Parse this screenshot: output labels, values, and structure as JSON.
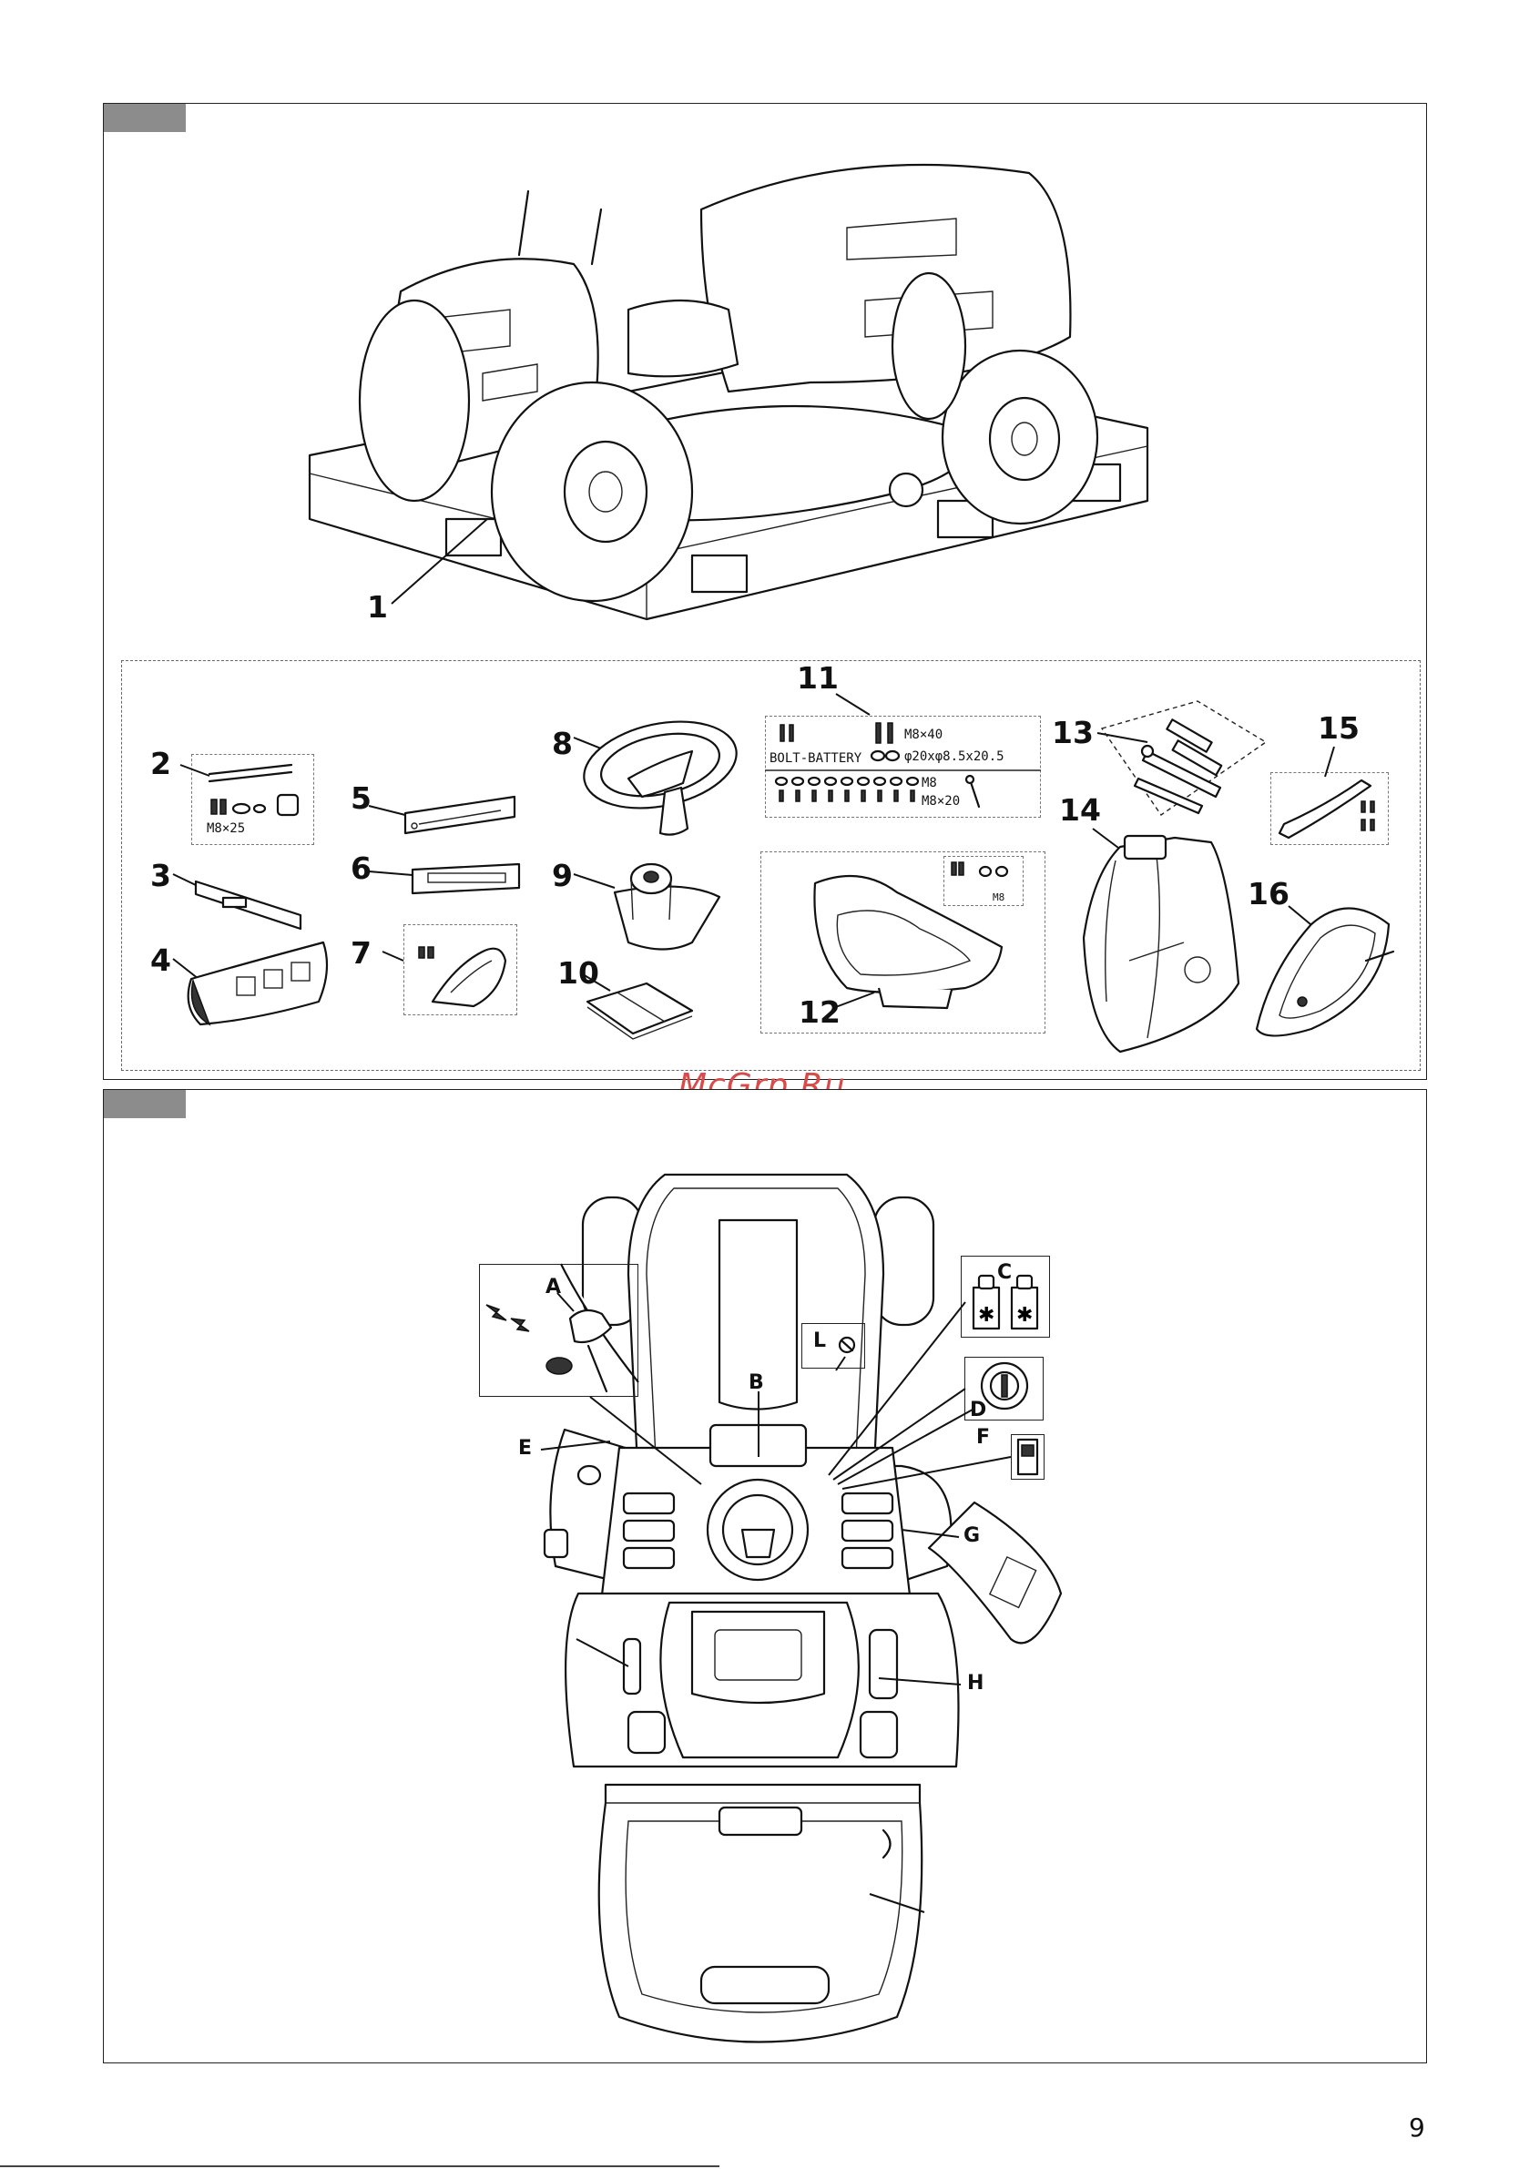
{
  "watermark": "McGrp.Ru",
  "page_number": "9",
  "contents_figure": {
    "item_numbers": [
      "1",
      "2",
      "3",
      "4",
      "5",
      "6",
      "7",
      "8",
      "9",
      "10",
      "11",
      "12",
      "13",
      "14",
      "15",
      "16"
    ],
    "item2_label": "M8×25",
    "item11_labels": {
      "bolt_size": "M8×40",
      "bolt_battery": "BOLT-BATTERY",
      "washer": "φ20xφ8.5x20.5",
      "nut": "M8",
      "nut_bolt": "M8×20"
    },
    "item12_label": "M8"
  },
  "controls_figure": {
    "letters": [
      "A",
      "B",
      "C",
      "D",
      "E",
      "F",
      "G",
      "H",
      "L"
    ]
  }
}
